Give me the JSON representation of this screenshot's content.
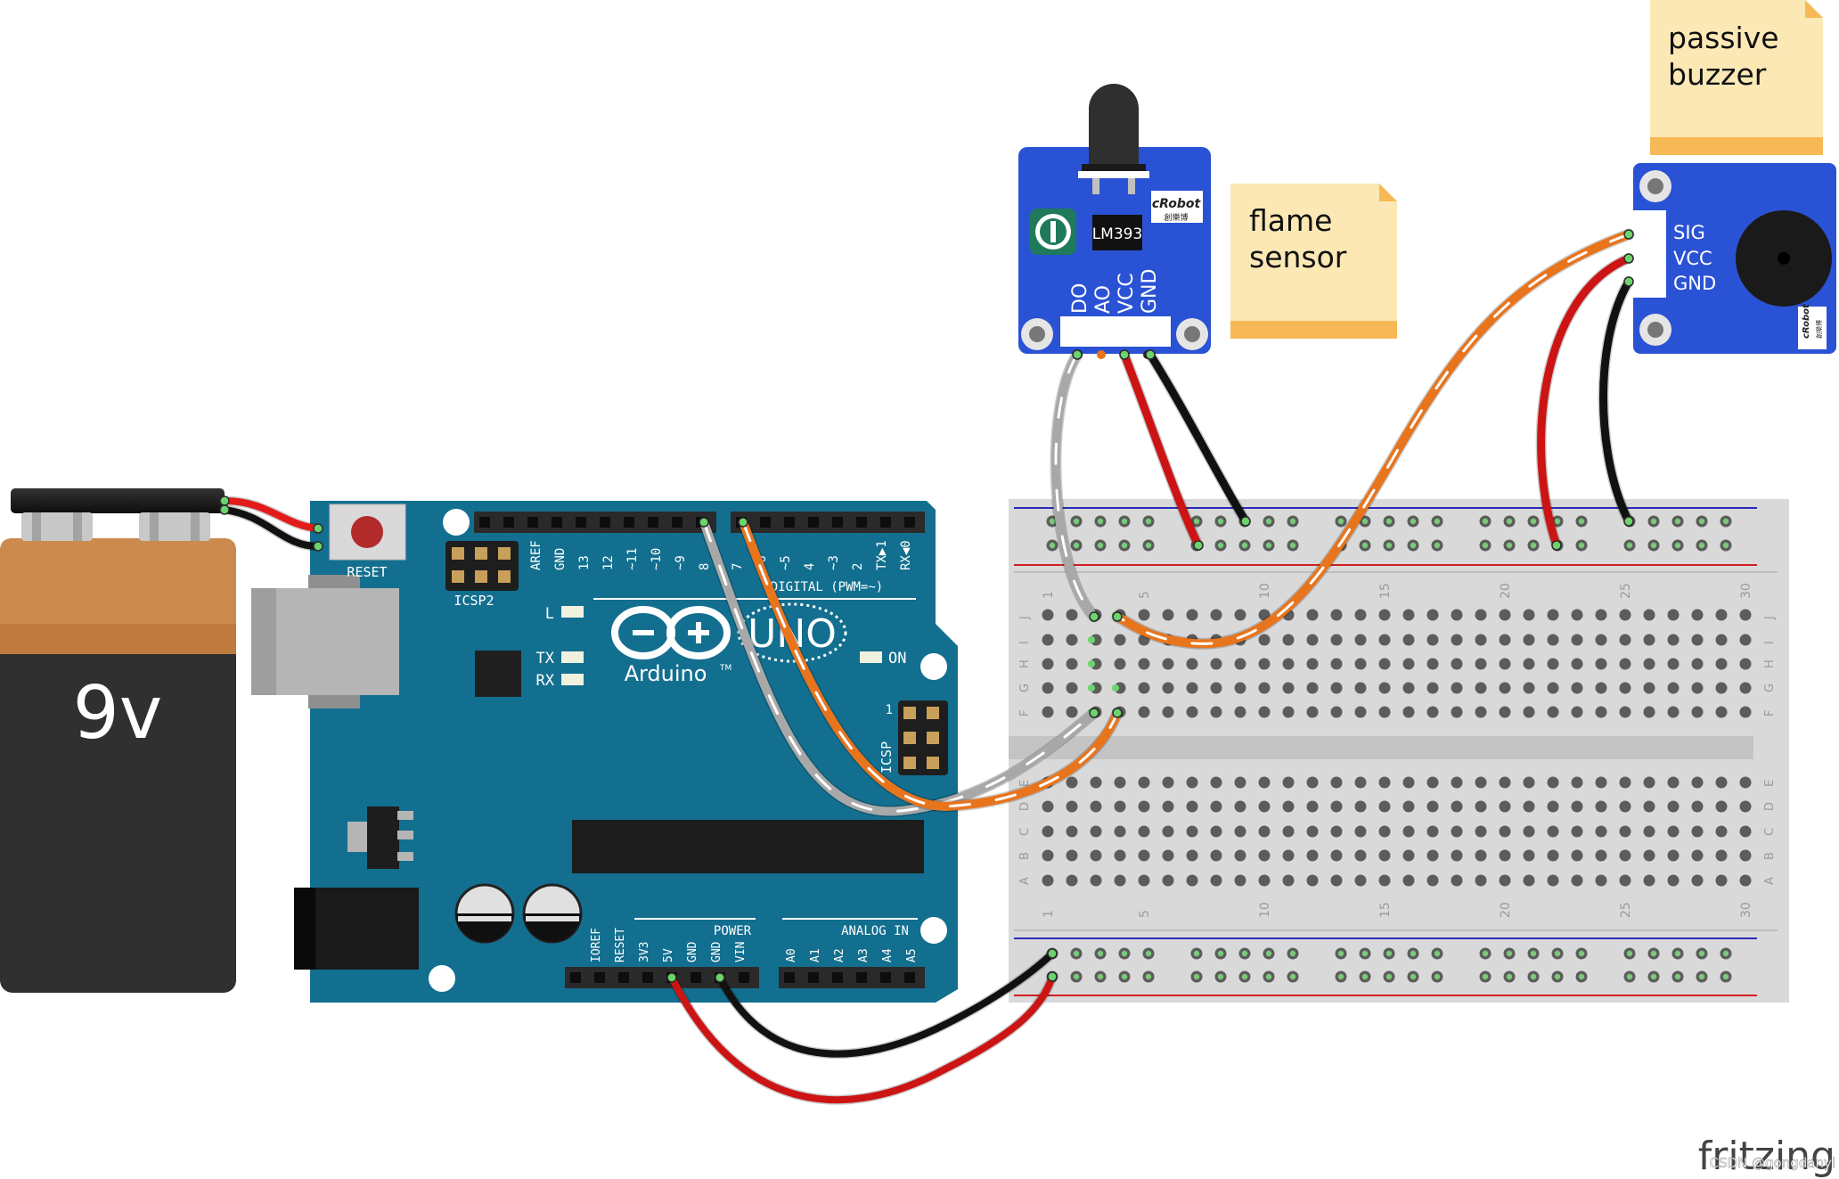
{
  "battery": {
    "label": "9v"
  },
  "arduino": {
    "reset_label": "RESET",
    "icsp2_label": "ICSP2",
    "icsp_label": "ICSP",
    "icsp_pin1": "1",
    "led_l": "L",
    "led_tx": "TX",
    "led_rx": "RX",
    "led_on": "ON",
    "brand": "Arduino",
    "tm": "TM",
    "model": "UNO",
    "digital_label": "DIGITAL (PWM=~)",
    "power_label": "POWER",
    "analog_label": "ANALOG IN",
    "digital_pins": [
      "AREF",
      "GND",
      "13",
      "12",
      "~11",
      "~10",
      "~9",
      "8",
      "7",
      "~6",
      "~5",
      "4",
      "~3",
      "2",
      "TX▶1",
      "RX◀0"
    ],
    "power_pins": [
      "IOREF",
      "RESET",
      "3V3",
      "5V",
      "GND",
      "GND",
      "VIN"
    ],
    "analog_pins": [
      "A0",
      "A1",
      "A2",
      "A3",
      "A4",
      "A5"
    ]
  },
  "flame_sensor": {
    "chip_label": "LM393",
    "brand": "cRobot",
    "brand_sub": "創樂博",
    "pins": [
      "DO",
      "AO",
      "VCC",
      "GND"
    ]
  },
  "buzzer": {
    "pins": [
      "SIG",
      "VCC",
      "GND"
    ],
    "brand": "cRobot",
    "brand_sub": "創樂博"
  },
  "notes": {
    "flame": [
      "flame",
      "sensor"
    ],
    "buzzer": [
      "passive",
      "buzzer"
    ]
  },
  "breadboard": {
    "column_numbers": [
      "1",
      "5",
      "10",
      "15",
      "20",
      "25",
      "30"
    ],
    "rows_top": [
      "J",
      "I",
      "H",
      "G",
      "F"
    ],
    "rows_bottom": [
      "E",
      "D",
      "C",
      "B",
      "A"
    ]
  },
  "wires": [
    {
      "name": "battery-wire-red",
      "color": "#e31b1b"
    },
    {
      "name": "battery-wire-black",
      "color": "#111111"
    },
    {
      "name": "wire-d8-to-breadboard",
      "color": "#a8a8a8"
    },
    {
      "name": "wire-d7-to-breadboard",
      "color": "#e8741c"
    },
    {
      "name": "wire-do-to-breadboard",
      "color": "#a8a8a8"
    },
    {
      "name": "wire-sensor-vcc",
      "color": "#cc1414"
    },
    {
      "name": "wire-sensor-gnd",
      "color": "#111111"
    },
    {
      "name": "wire-sig-to-breadboard",
      "color": "#e8741c"
    },
    {
      "name": "wire-buzzer-vcc",
      "color": "#cc1414"
    },
    {
      "name": "wire-buzzer-gnd",
      "color": "#111111"
    },
    {
      "name": "wire-5v-to-rail",
      "color": "#cc1414"
    },
    {
      "name": "wire-gnd-to-rail",
      "color": "#111111"
    }
  ],
  "colors": {
    "board_blue": "#136f8f",
    "module_blue": "#2a52d4",
    "breadboard": "#d9d9d9",
    "note_yellow": "#fbe8b5",
    "note_band": "#f7b955"
  },
  "watermark": {
    "app": "fritzing",
    "credit": "CSDN @gongdanyi"
  }
}
